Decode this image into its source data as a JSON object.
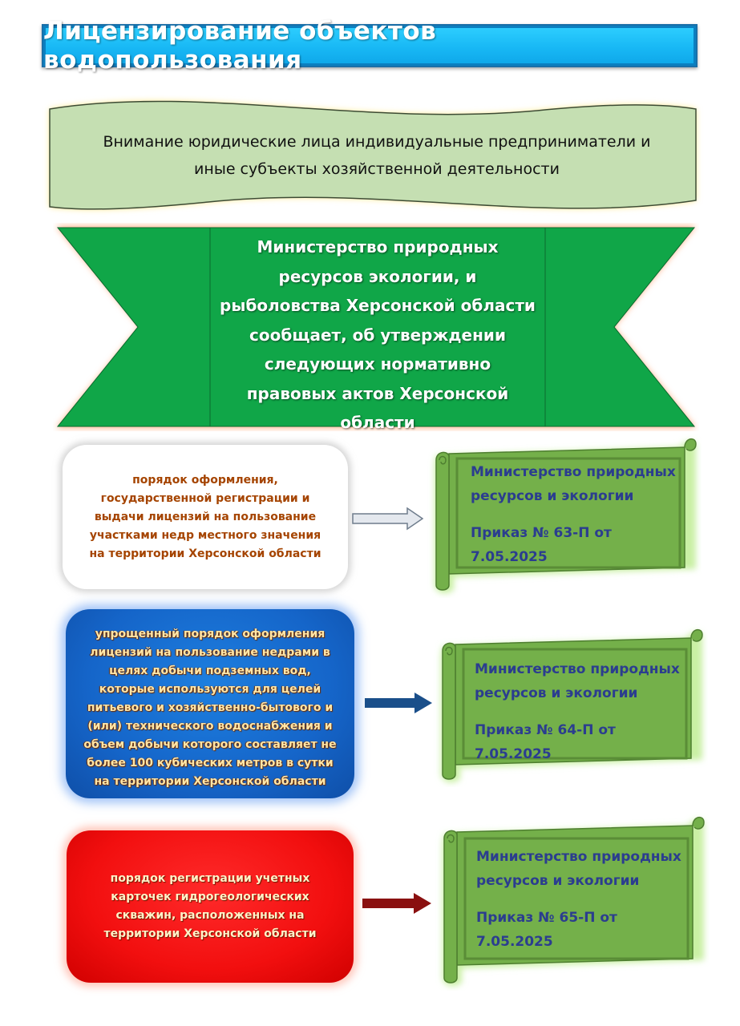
{
  "title": "Лицензирование объектов  водопользования",
  "notice": {
    "line1": "Внимание юридические лица индивидуальные предприниматели     и",
    "line2": "иные субъекты хозяйственной деятельности"
  },
  "ribbon": {
    "lines": [
      "Министерство природных",
      "ресурсов экологии, и",
      "рыболовства Херсонской области",
      "сообщает, об утверждении",
      "следующих нормативно",
      "правовых актов Херсонской",
      "области"
    ]
  },
  "items": [
    {
      "description": "порядок оформления, государственной регистрации и выдачи лицензий на пользование участками недр местного значения на территории Херсонской области",
      "ministry": "Министерство природных ресурсов и экологии",
      "order": "Приказ № 63-П от 7.05.2025"
    },
    {
      "description": "упрощенный порядок оформления лицензий на пользование недрами в целях добычи подземных вод, которые используются для целей питьевого и хозяйственно-бытового и (или) технического водоснабжения и объем добычи которого составляет не более 100 кубических метров в сутки на территории Херсонской области",
      "ministry": "Министерство природных ресурсов и экологии",
      "order": "Приказ № 64-П от 7.05.2025"
    },
    {
      "description": "порядок регистрации учетных карточек гидрогеологических скважин, расположенных на территории Херсонской области",
      "ministry": "Министерство природных ресурсов и экологии",
      "order": "Приказ № 65-П от 7.05.2025"
    }
  ],
  "colors": {
    "title_bg": "#18b8f5",
    "notice_bg": "#c5dfb2",
    "ribbon_bg": "#10a648",
    "scroll_bg": "#74b04a",
    "scroll_text": "#2b3d8f",
    "arrow_1": "#d9dde3",
    "arrow_2": "#1a4f8a",
    "arrow_3": "#8a1010"
  }
}
